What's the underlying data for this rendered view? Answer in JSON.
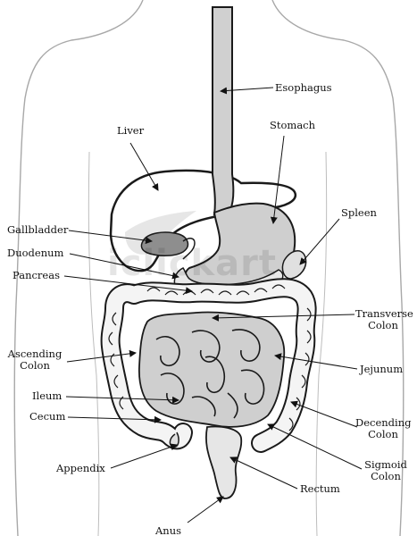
{
  "colors": {
    "outline": "#1a1a1a",
    "organ_fill": "#cfcfcf",
    "organ_dark": "#9a9a9a",
    "body_line": "#a8a8a8",
    "background": "#ffffff"
  },
  "watermark": "iclickart",
  "labels": {
    "esophagus": "Esophagus",
    "liver": "Liver",
    "stomach": "Stomach",
    "gallbladder": "Gallbladder",
    "spleen": "Spleen",
    "duodenum": "Duodenum",
    "pancreas": "Pancreas",
    "transverse_colon_1": "Transverse",
    "transverse_colon_2": "Colon",
    "ascending_colon_1": "Ascending",
    "ascending_colon_2": "Colon",
    "jejunum": "Jejunum",
    "ileum": "Ileum",
    "cecum": "Cecum",
    "decending_colon_1": "Decending",
    "decending_colon_2": "Colon",
    "appendix": "Appendix",
    "sigmoid_colon_1": "Sigmoid",
    "sigmoid_colon_2": "Colon",
    "rectum": "Rectum",
    "anus": "Anus"
  }
}
